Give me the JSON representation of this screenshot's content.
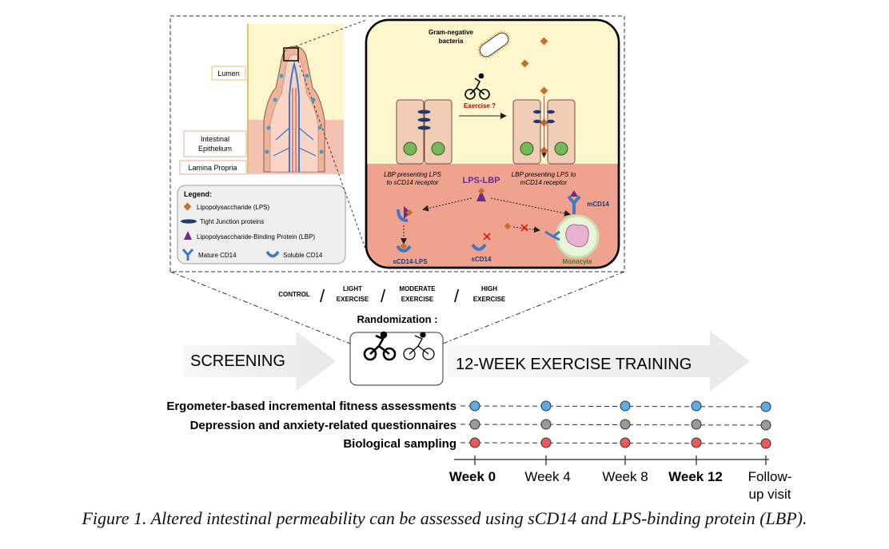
{
  "anatomy": {
    "lumen": "Lumen",
    "intestinal_epithelium_line1": "Intestinal",
    "intestinal_epithelium_line2": "Epithelium",
    "lamina_propria": "Lamina Propria"
  },
  "legend": {
    "title": "Legend:",
    "items": [
      {
        "label": "Lipopolysaccharide (LPS)",
        "icon": "lps-diamond-icon",
        "color": "#c8702a"
      },
      {
        "label": "Tight Junction proteins",
        "icon": "tight-junction-icon",
        "color": "#1e3a6e"
      },
      {
        "label": "Lipopolysaccharide-Binding Protein (LBP)",
        "icon": "lbp-icon",
        "color": "#6a2c91"
      }
    ],
    "mature_cd14": "Mature CD14",
    "soluble_cd14": "Soluble CD14"
  },
  "zoom": {
    "bacteria_line1": "Gram-negative",
    "bacteria_line2": "bacteria",
    "exercise_question": "Exercise ?",
    "lbp_scd14_line1": "LBP presenting LPS",
    "lbp_scd14_line2": "to sCD14 receptor",
    "lbp_mcd14_line1": "LBP presenting LPS to",
    "lbp_mcd14_line2": "mCD14 receptor",
    "lps_lbp": "LPS-LBP",
    "mcd14": "mCD14",
    "scd14_lps": "sCD14-LPS",
    "scd14": "sCD14",
    "monocyte": "Monocyte"
  },
  "groups": {
    "control": "CONTROL",
    "light_1": "LIGHT",
    "light_2": "EXERCISE",
    "moderate_1": "MODERATE",
    "moderate_2": "EXERCISE",
    "high_1": "HIGH",
    "high_2": "EXERCISE"
  },
  "timeline": {
    "randomization": "Randomization :",
    "screening": "SCREENING",
    "training": "12-WEEK EXERCISE TRAINING",
    "rows": [
      {
        "label": "Ergometer-based incremental fitness assessments",
        "color": "#5aaee8"
      },
      {
        "label": "Depression and anxiety-related questionnaires",
        "color": "#9a9a9a"
      },
      {
        "label": "Biological sampling",
        "color": "#ea5a5a"
      }
    ],
    "ticks": [
      "Week 0",
      "Week 4",
      "Week 8",
      "Week 12",
      "Follow-",
      "up visit"
    ]
  },
  "caption": "Figure 1. Altered intestinal permeability can be assessed using sCD14 and LPS-binding protein (LBP).",
  "colors": {
    "lumen_bg": "#fcf6cc",
    "lamina_bg": "#efa38f",
    "cell_fill": "#f2cdb6",
    "nucleus": "#74b85a",
    "lps": "#c8702a",
    "tight_junction": "#1e3a6e",
    "lbp": "#6a2c91",
    "cd14": "#3f78c8",
    "exercise_text": "#c00000"
  }
}
